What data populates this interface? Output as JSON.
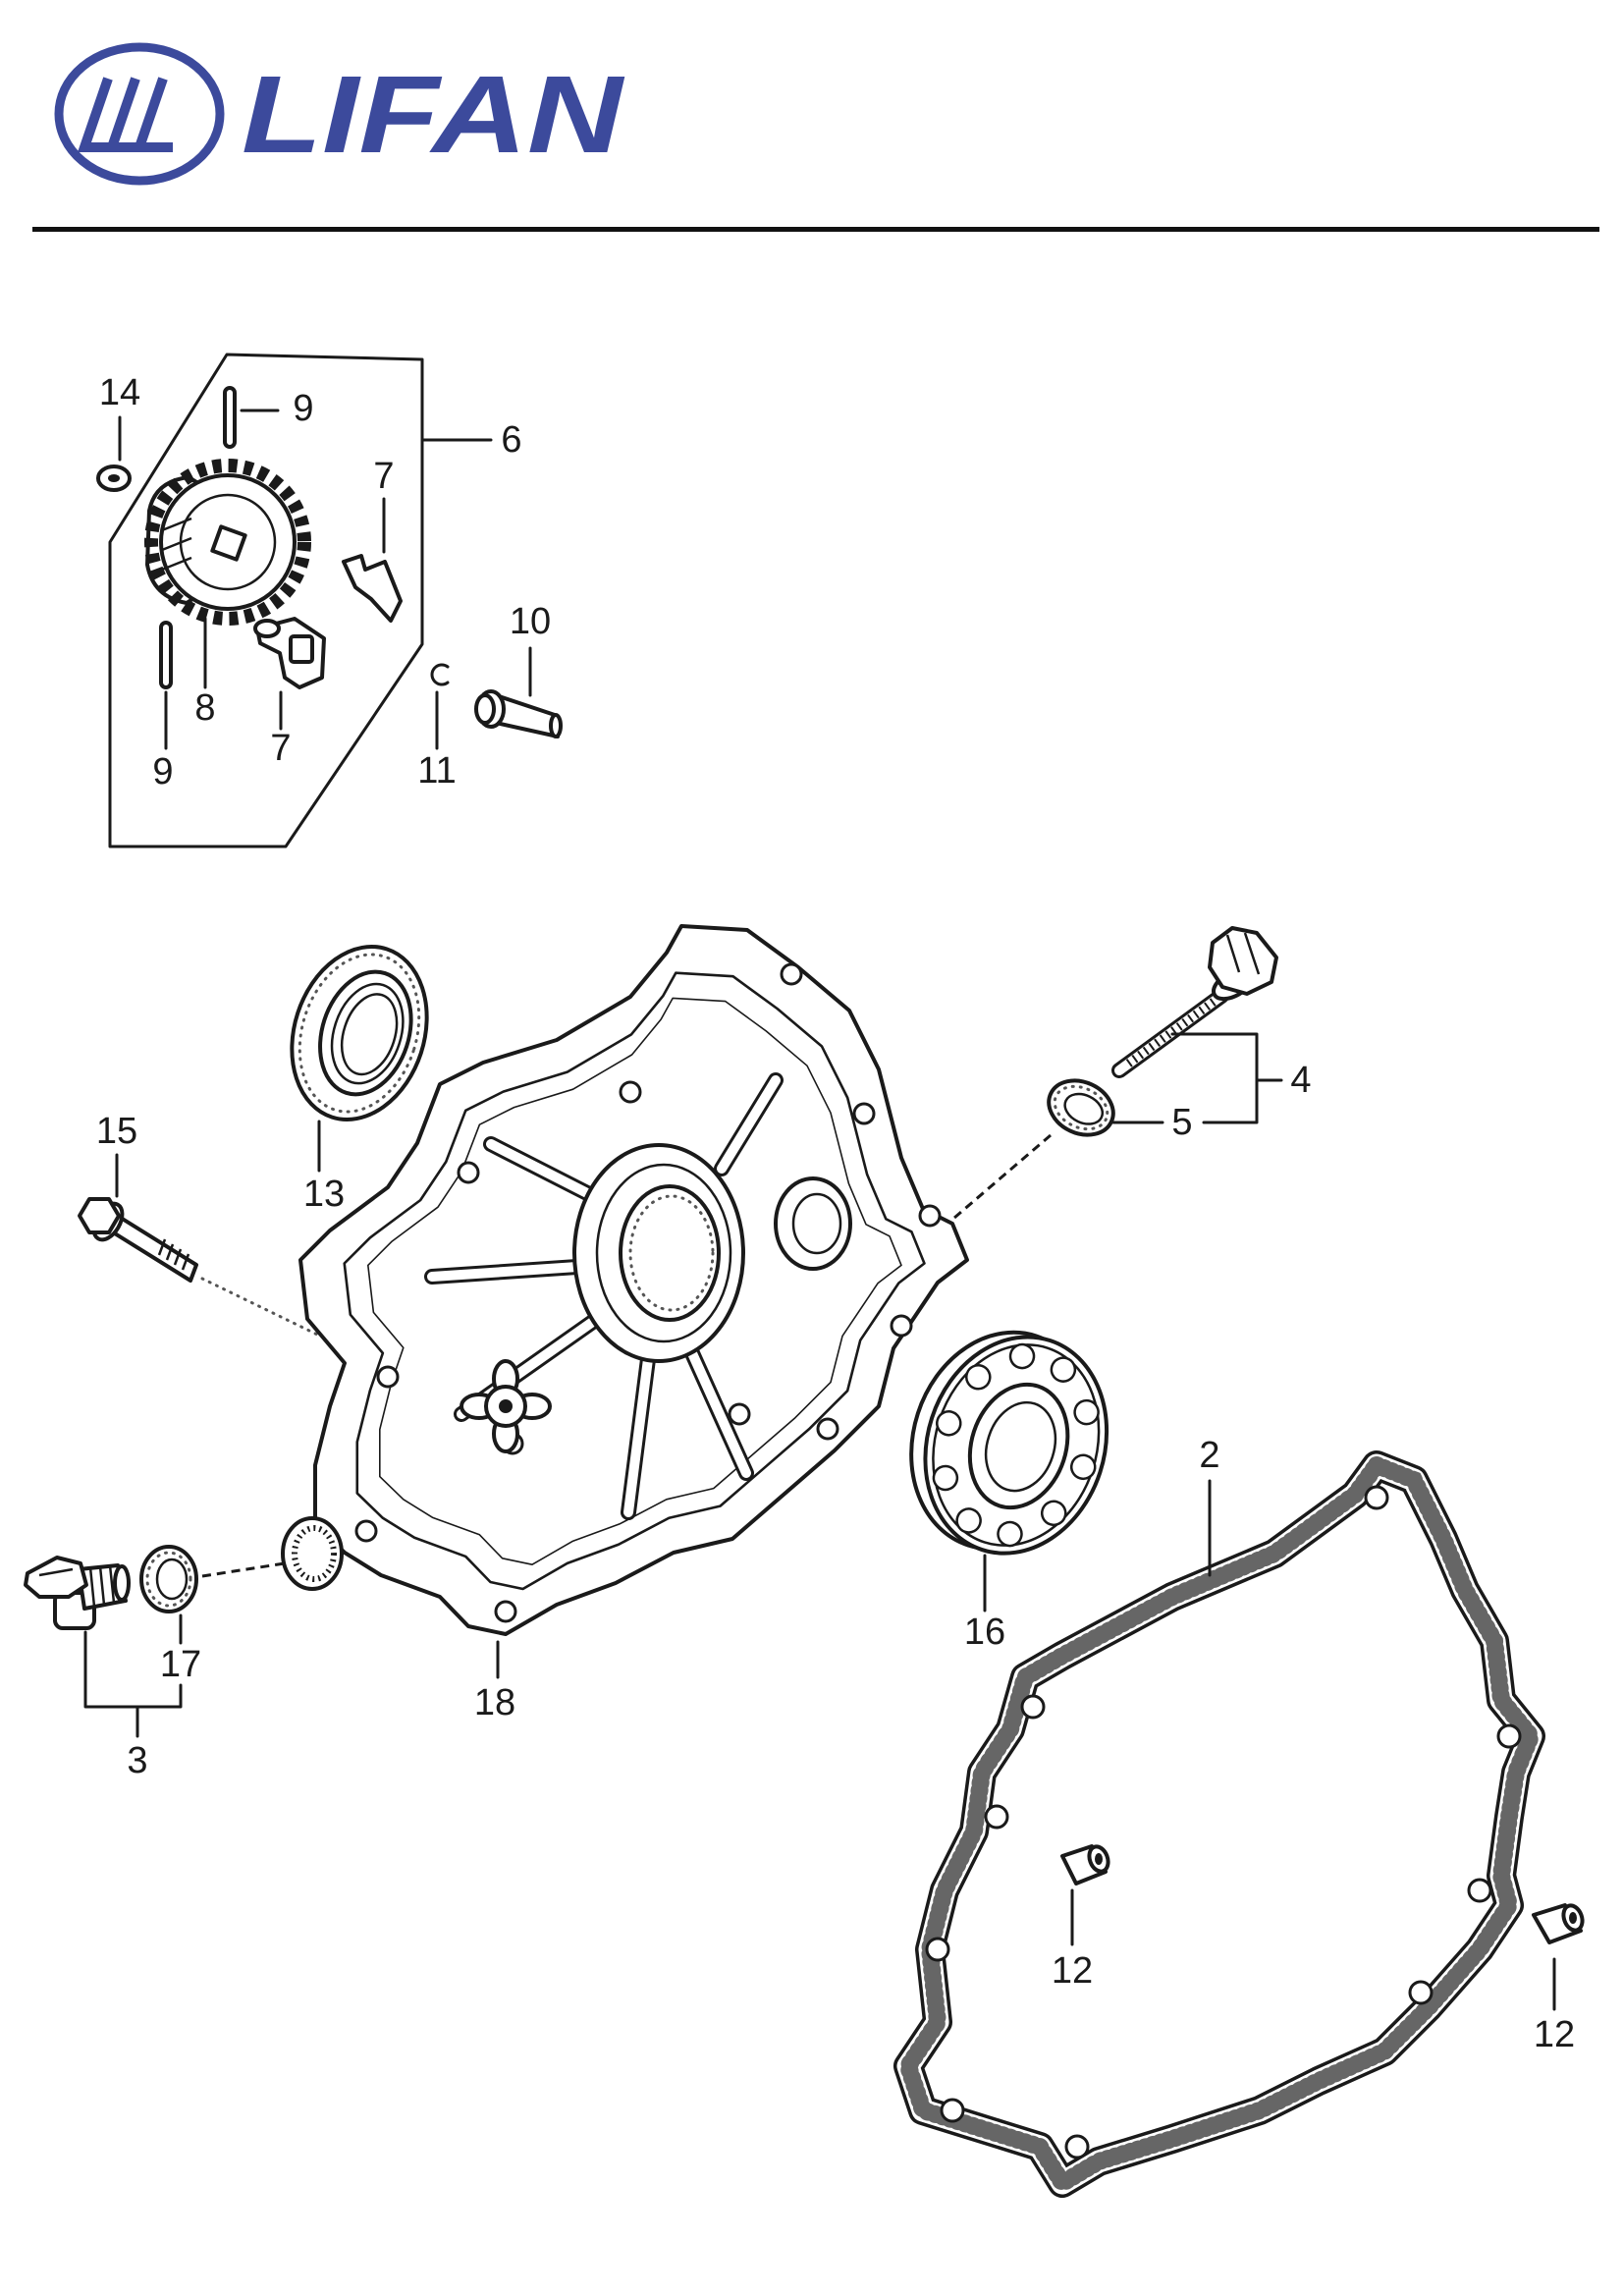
{
  "logo": {
    "text": "LIFAN",
    "emblem_icon": "lifan-emblem-icon",
    "color": "#3c4a9c"
  },
  "line_color": "#1a1a1a",
  "callouts": [
    "14",
    "9",
    "6",
    "7",
    "10",
    "8",
    "7",
    "9",
    "11",
    "15",
    "13",
    "4",
    "5",
    "16",
    "2",
    "3",
    "17",
    "18",
    "12",
    "12"
  ]
}
